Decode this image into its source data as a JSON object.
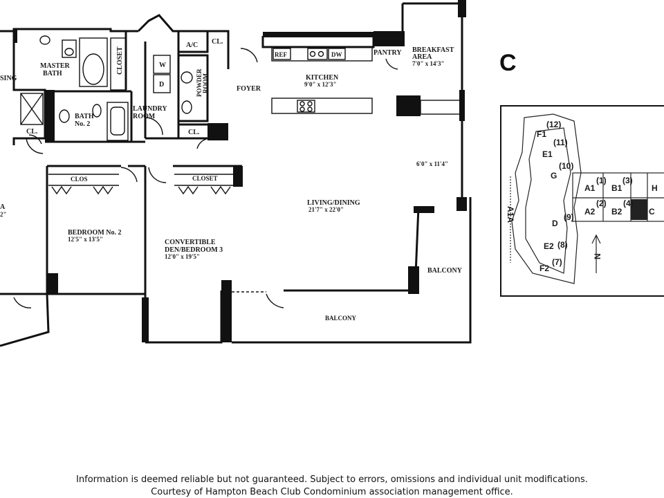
{
  "plan_letter": "C",
  "rooms": {
    "dressing": "SING",
    "master_bath_1": "MASTER",
    "master_bath_2": "BATH",
    "closet_vertical": "CLOSET",
    "bath2_1": "BATH",
    "bath2_2": "No. 2",
    "cl_left": "CL.",
    "laundry_1": "LAUNDRY",
    "laundry_2": "ROOM",
    "washer": "W",
    "dryer": "D",
    "ac": "A/C",
    "cl_top": "CL.",
    "powder_1": "POWDER",
    "powder_2": "ROOM",
    "cl_mid": "CL.",
    "foyer": "FOYER",
    "ref": "REF",
    "dw": "DW",
    "pantry": "PANTRY",
    "kitchen": "KITCHEN",
    "kitchen_dim": "9'0\" x 12'3\"",
    "breakfast_1": "BREAKFAST",
    "breakfast_2": "AREA",
    "breakfast_dim": "7'0\" x 14'3\"",
    "nook_dim": "6'0\" x 11'4\"",
    "closet_left": "CLOS",
    "closet_right": "CLOSET",
    "living": "LIVING/DINING",
    "living_dim": "21'7\" x 22'0\"",
    "bedroom2": "BEDROOM No. 2",
    "bedroom2_dim": "12'5\" x 13'5\"",
    "den_1": "CONVERTIBLE",
    "den_2": "DEN/BEDROOM 3",
    "den_dim": "12'0\" x 19'5\"",
    "balcony_right": "BALCONY",
    "balcony_bottom": "BALCONY",
    "left_edge_1": "A",
    "left_edge_2": "2\""
  },
  "key_plan": {
    "units": [
      "F1",
      "(12)",
      "E1",
      "(11)",
      "G",
      "(10)",
      "D",
      "(9)",
      "E2",
      "(8)",
      "F2",
      "(7)",
      "A1",
      "(1)",
      "B1",
      "(3)",
      "H",
      "A2",
      "(2)",
      "B2",
      "(4)",
      "C"
    ],
    "north": "N",
    "road": "A1A"
  },
  "footer": {
    "line1": "Information is deemed reliable but not guaranteed. Subject to errors, omissions and individual unit modifications.",
    "line2": "Courtesy of Hampton Beach Club Condominium association management office."
  }
}
